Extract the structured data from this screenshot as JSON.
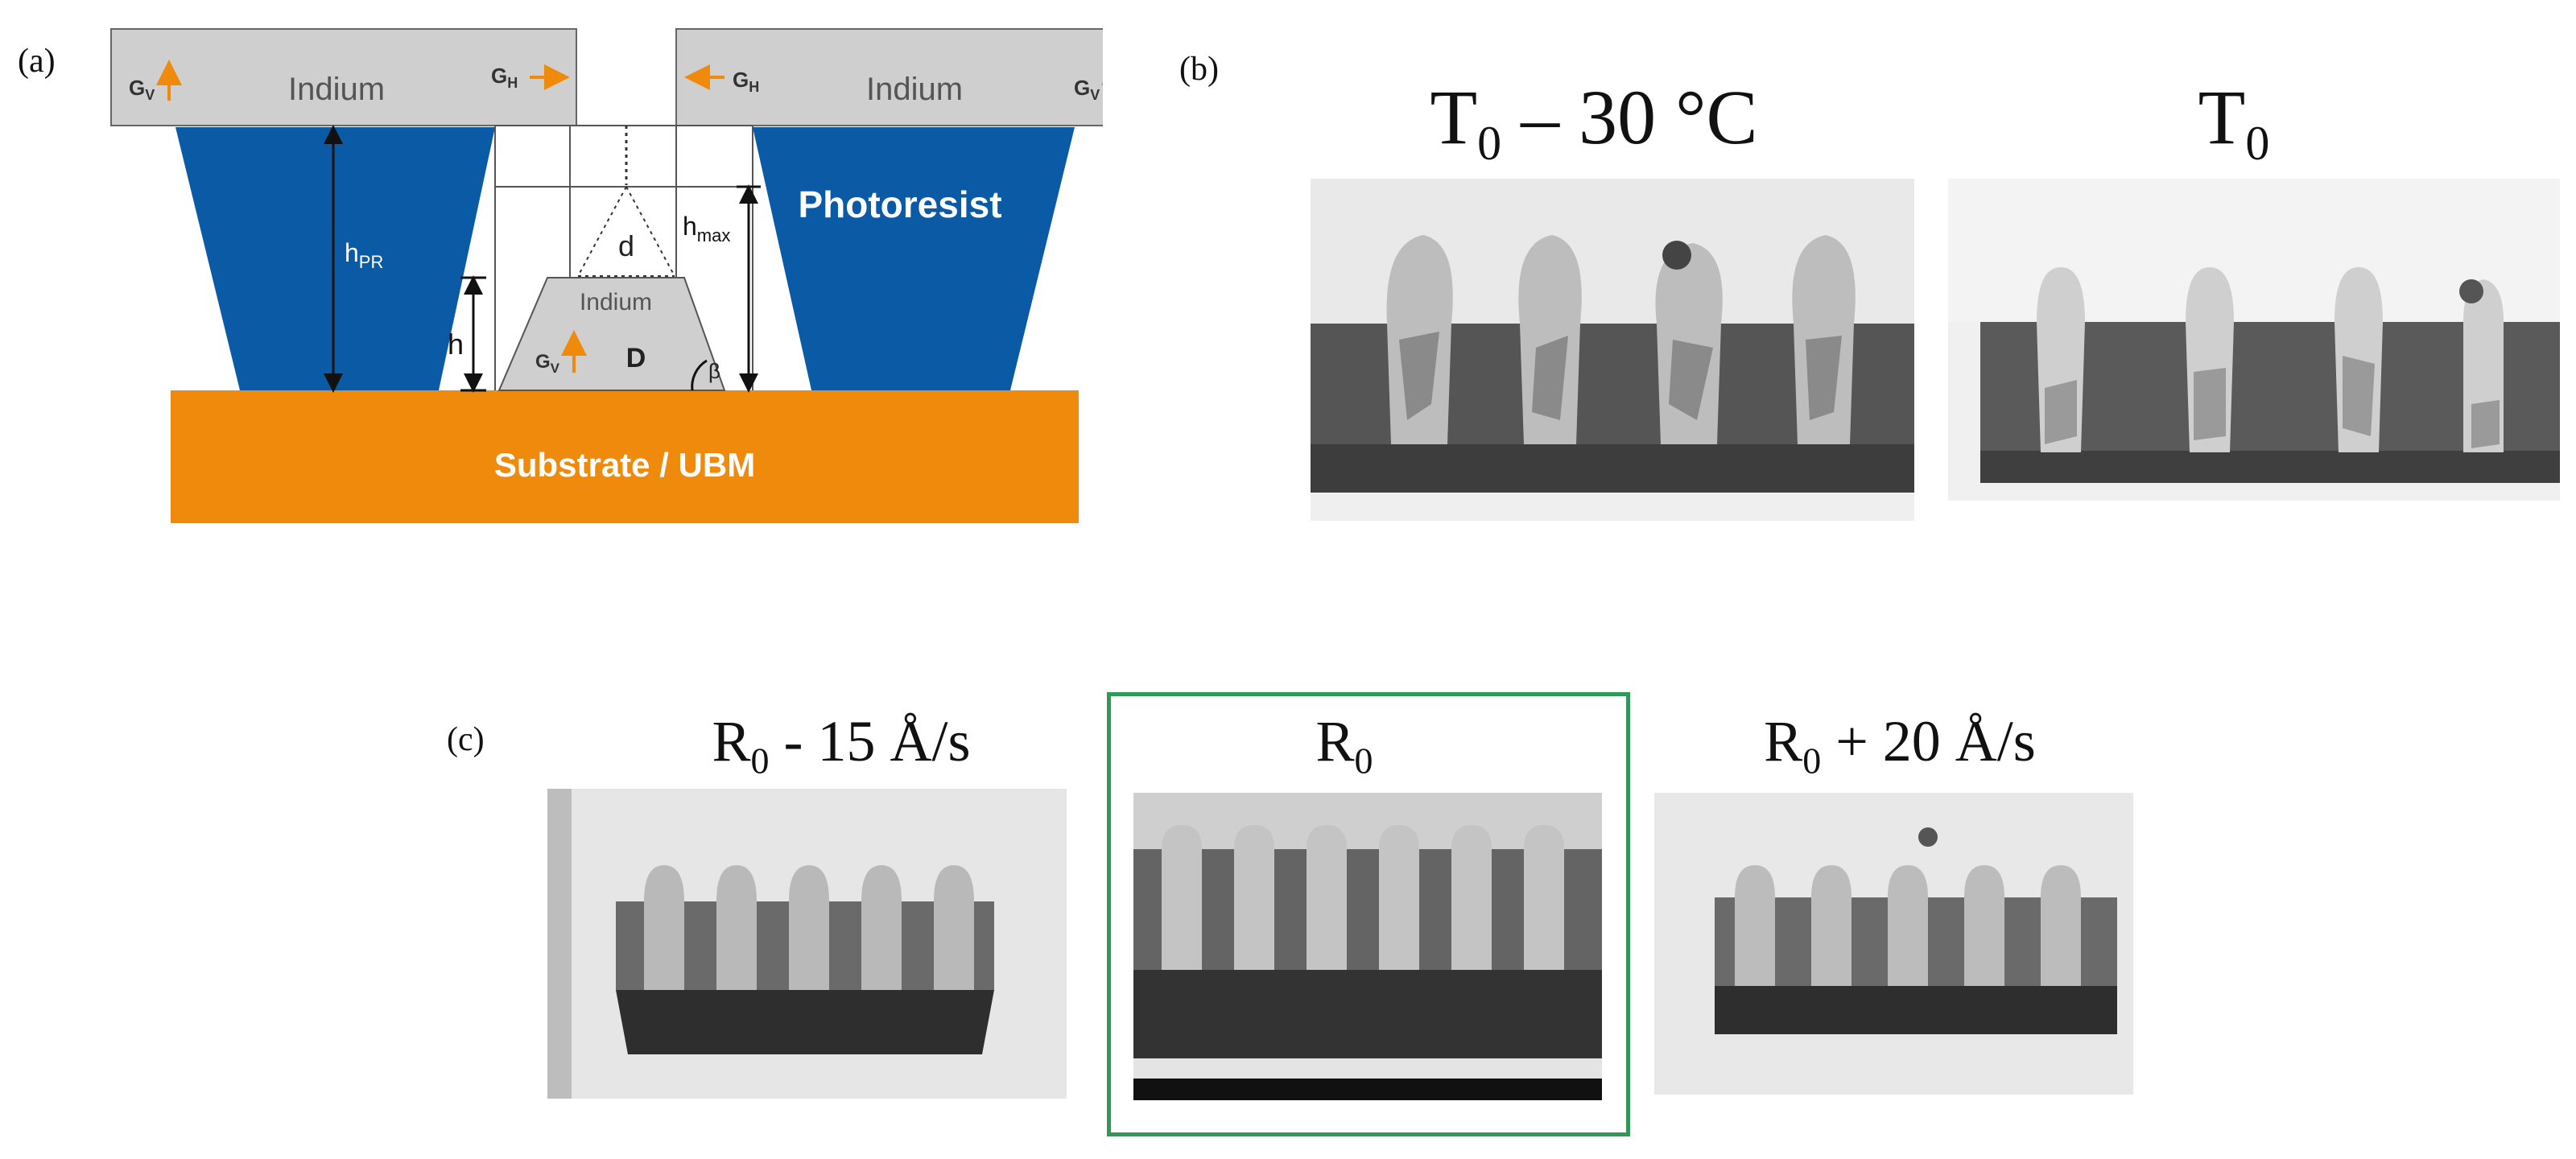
{
  "panels": {
    "a": {
      "label": "(a)",
      "indium_left": "Indium",
      "indium_right": "Indium",
      "indium_center": "Indium",
      "gv": "G",
      "gv_sub": "V",
      "gh": "G",
      "gh_sub": "H",
      "h_pr": "h",
      "h_pr_sub": "PR",
      "h_max": "h",
      "h_max_sub": "max",
      "h": "h",
      "d_small": "d",
      "d_big": "D",
      "beta": "β",
      "photoresist": "Photoresist",
      "substrate": "Substrate / UBM",
      "colors": {
        "photoresist": "#0a5aa6",
        "substrate": "#f08a0c",
        "indium": "#cfcfcf",
        "arrow": "#f08a0c"
      }
    },
    "b": {
      "label": "(b)",
      "images": [
        {
          "title_base": "T",
          "title_sub": "0",
          "title_suffix": " – 30 °C"
        },
        {
          "title_base": "T",
          "title_sub": "0",
          "title_suffix": ""
        }
      ]
    },
    "c": {
      "label": "(c)",
      "images": [
        {
          "title_base": "R",
          "title_sub": "0",
          "title_suffix": " - 15 Å/s"
        },
        {
          "title_base": "R",
          "title_sub": "0",
          "title_suffix": ""
        },
        {
          "title_base": "R",
          "title_sub": "0",
          "title_suffix": " + 20 Å/s"
        }
      ],
      "highlight_color": "#2e9a55"
    }
  }
}
